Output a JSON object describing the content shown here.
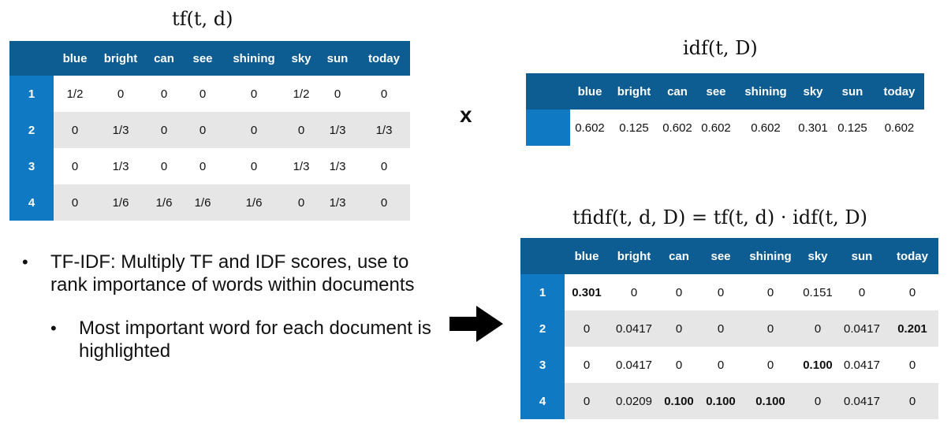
{
  "formulas": {
    "tf": "tf(t, d)",
    "idf": "idf(t, D)",
    "tfidf": "tfidf(t, d, D) = tf(t, d) · idf(t, D)"
  },
  "columns": [
    "blue",
    "bright",
    "can",
    "see",
    "shining",
    "sky",
    "sun",
    "today"
  ],
  "tf_table": {
    "corner": "",
    "rows": [
      {
        "label": "1",
        "cells": [
          "1/2",
          "0",
          "0",
          "0",
          "0",
          "1/2",
          "0",
          "0"
        ]
      },
      {
        "label": "2",
        "cells": [
          "0",
          "1/3",
          "0",
          "0",
          "0",
          "0",
          "1/3",
          "1/3"
        ]
      },
      {
        "label": "3",
        "cells": [
          "0",
          "1/3",
          "0",
          "0",
          "0",
          "1/3",
          "1/3",
          "0"
        ]
      },
      {
        "label": "4",
        "cells": [
          "0",
          "1/6",
          "1/6",
          "1/6",
          "1/6",
          "0",
          "1/3",
          "0"
        ]
      }
    ]
  },
  "operator": "x",
  "idf_table": {
    "corner": "",
    "row_label": "",
    "cells": [
      "0.602",
      "0.125",
      "0.602",
      "0.602",
      "0.602",
      "0.301",
      "0.125",
      "0.602"
    ]
  },
  "tfidf_table": {
    "corner": "",
    "rows": [
      {
        "label": "1",
        "cells": [
          "0.301",
          "0",
          "0",
          "0",
          "0",
          "0.151",
          "0",
          "0"
        ],
        "bold": [
          0
        ]
      },
      {
        "label": "2",
        "cells": [
          "0",
          "0.0417",
          "0",
          "0",
          "0",
          "0",
          "0.0417",
          "0.201"
        ],
        "bold": [
          7
        ]
      },
      {
        "label": "3",
        "cells": [
          "0",
          "0.0417",
          "0",
          "0",
          "0",
          "0.100",
          "0.0417",
          "0"
        ],
        "bold": [
          5
        ]
      },
      {
        "label": "4",
        "cells": [
          "0",
          "0.0209",
          "0.100",
          "0.100",
          "0.100",
          "0",
          "0.0417",
          "0"
        ],
        "bold": [
          2,
          3,
          4
        ]
      }
    ]
  },
  "bullets": {
    "main": "TF-IDF: Multiply TF and IDF scores, use to rank importance of words within documents",
    "sub": "Most important word for each document is highlighted",
    "marker": "•"
  },
  "colors": {
    "header": "#0d5c92",
    "row_header": "#1079c4",
    "alt_row": "#e6e6e6"
  }
}
